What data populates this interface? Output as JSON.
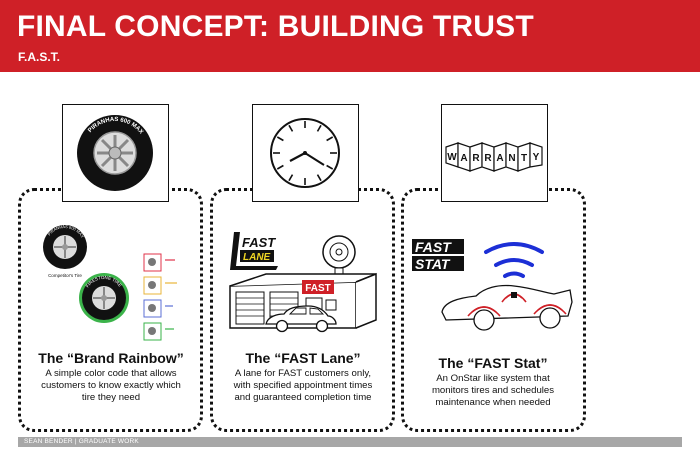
{
  "header": {
    "title": "FINAL CONCEPT: BUILDING TRUST",
    "subtitle": "F.A.S.T.",
    "color": "#cf2027"
  },
  "concepts": [
    {
      "icon": "tire-icon",
      "tire_label": "PIRANHAS 600 MAX",
      "title": "The “Brand Rainbow”",
      "description_lines": [
        "A simple color code that allows",
        "customers to know exactly which",
        "tire they need"
      ],
      "caption_small": "Competitor's Tire",
      "tire_label_2": "FIRESTONE TIRE",
      "legend_colors": [
        "#e0334a",
        "#e8b53a",
        "#5b6fd6",
        "#38b34a"
      ]
    },
    {
      "icon": "clock-icon",
      "logo": [
        "FAST",
        "LANE"
      ],
      "building_sign": "FAST",
      "title": "The “FAST Lane”",
      "description_lines": [
        "A lane for FAST customers only,",
        "with specified appointment times",
        "and guaranteed completion time"
      ]
    },
    {
      "icon": "warranty-banner-icon",
      "banner_letters": [
        "W",
        "A",
        "R",
        "R",
        "A",
        "N",
        "T",
        "Y"
      ],
      "logo": [
        "FAST",
        "STAT"
      ],
      "title": "The “FAST Stat”",
      "description_lines": [
        "An OnStar like system that",
        "monitors tires and schedules",
        "maintenance when needed"
      ]
    }
  ],
  "footer": {
    "text": "SEAN BENDER | GRADUATE WORK"
  }
}
